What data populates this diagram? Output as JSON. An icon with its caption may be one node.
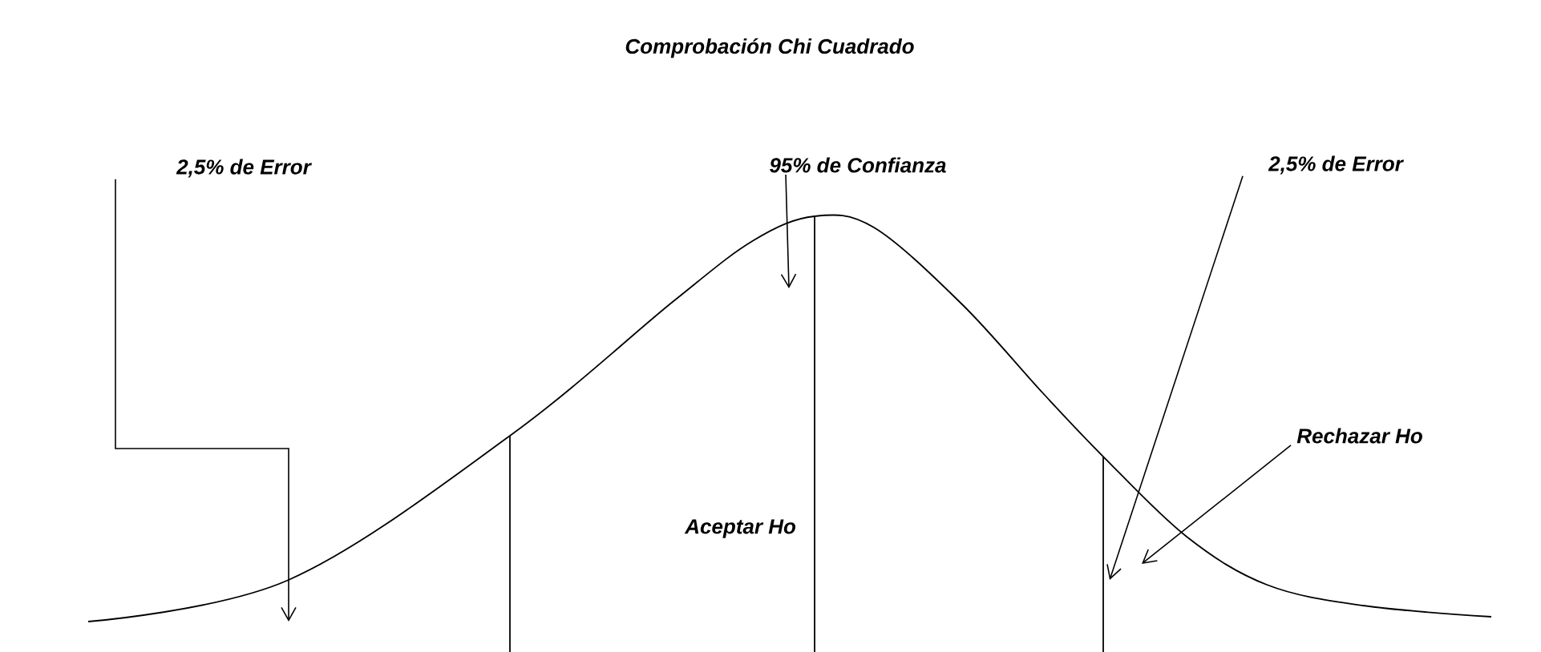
{
  "diagram": {
    "title": "Comprobación Chi Cuadrado",
    "nodes": [
      {
        "text": [
          "2,5% de Error"
        ]
      },
      {
        "text": [
          "95% de Confianza"
        ]
      },
      {
        "text": [
          "2,5% de Error"
        ]
      },
      {
        "text": [
          "Rechazar Ho"
        ]
      }
    ],
    "edges": [
      {
        "from": 0,
        "to": null,
        "arrow": "to"
      },
      {
        "from": 1,
        "to": null,
        "arrow": "to"
      },
      {
        "from": 2,
        "to": null,
        "arrow": "to"
      },
      {
        "from": 3,
        "to": null,
        "arrow": "to"
      }
    ],
    "labels": [
      "Aceptar Ho"
    ]
  }
}
